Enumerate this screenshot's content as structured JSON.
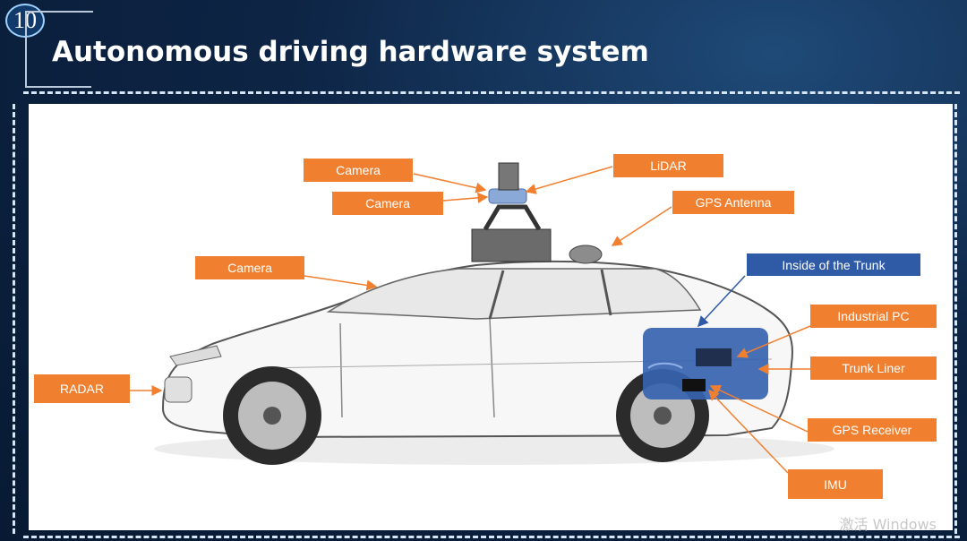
{
  "slide": {
    "number": "10",
    "title": "Autonomous driving hardware system"
  },
  "labels": {
    "camera_top_1": "Camera",
    "camera_top_2": "Camera",
    "lidar": "LiDAR",
    "gps_antenna": "GPS Antenna",
    "camera_windshield": "Camera",
    "inside_trunk": "Inside of the Trunk",
    "industrial_pc": "Industrial PC",
    "trunk_liner": "Trunk Liner",
    "radar": "RADAR",
    "gps_receiver": "GPS Receiver",
    "imu": "IMU"
  },
  "watermark": "激活 Windows",
  "colors": {
    "label_orange": "#f08030",
    "label_blue": "#2e5aa6",
    "trunk_box": "#3763b0"
  }
}
